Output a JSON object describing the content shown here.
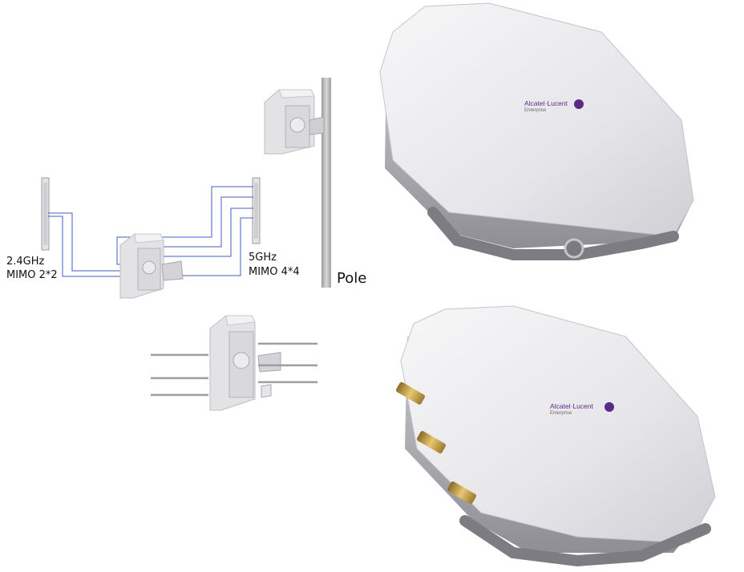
{
  "labels": {
    "band_24": "2.4GHz",
    "mimo_24": "MIMO 2*2",
    "band_5": "5GHz",
    "mimo_5": "MIMO 4*4",
    "pole": "Pole"
  },
  "brand": {
    "name": "Alcatel·Lucent",
    "sub": "Enterprise",
    "color": "#5a2a86"
  },
  "colors": {
    "cable": "#3f5fbf",
    "housing": "#e9e9ec",
    "connector": "#c9a14a"
  }
}
